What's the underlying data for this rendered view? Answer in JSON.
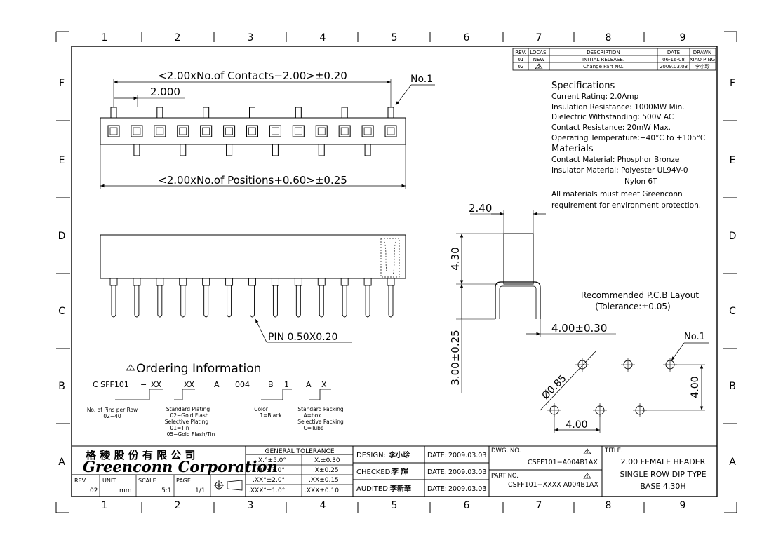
{
  "grid": {
    "columns": [
      "1",
      "2",
      "3",
      "4",
      "5",
      "6",
      "7",
      "8",
      "9"
    ],
    "rows": [
      "F",
      "E",
      "D",
      "C",
      "B",
      "A"
    ]
  },
  "revision_table": {
    "headers": [
      "REV.",
      "LOCAS.",
      "DESCRIPTION",
      "DATE",
      "DRAWN"
    ],
    "rows": [
      [
        "01",
        "NEW",
        "INITIAL RELEASE.",
        "06-16-08",
        "XIAO PING"
      ],
      [
        "02",
        "",
        "Change Part NO.",
        "2009.03.03",
        "李小珍"
      ]
    ]
  },
  "front_view": {
    "dim_overall": "<2.00xNo.of Contacts−2.00>±0.20",
    "dim_pitch": "2.000",
    "no1_label": "No.1",
    "dim_width": "<2.00xNo.of Positions+0.60>±0.25",
    "contact_count": 13
  },
  "side_view": {
    "pin_label": "PIN 0.50X0.20"
  },
  "end_view": {
    "dim_thickness": "2.40",
    "dim_height": "4.30",
    "dim_tail": "3.00±0.25",
    "dim_row": "4.00±0.30"
  },
  "specifications": {
    "title": "Specifications",
    "lines": [
      "Current Rating: 2.0Amp",
      "Insulation Resistance: 1000MW Min.",
      "Dielectric Withstanding: 500V AC",
      "Contact Resistance: 20mW Max.",
      "Operating Temperature:−40°C to +105°C"
    ],
    "materials_title": "Materials",
    "materials_lines": [
      "Contact Material: Phosphor Bronze",
      "Insulator Material: Polyester UL94V-0",
      "Nylon 6T",
      "All materials must meet Greenconn",
      "requirement for environment protection."
    ]
  },
  "pcb_layout": {
    "title": "Recommended P.C.B Layout",
    "tolerance": "(Tolerance:±0.05)",
    "no1_label": "No.1",
    "dim_hole": "Ø0.85",
    "dim_height": "4.00",
    "dim_pitch": "4.00"
  },
  "ordering": {
    "title": "Ordering Information",
    "parts": [
      "C SFF101",
      "−",
      "XX",
      "XX",
      "A",
      "004",
      "B",
      "1",
      "A",
      "X"
    ],
    "notes": {
      "pins": [
        "No. of Pins per Row",
        "02~40"
      ],
      "plating": [
        "Standard Plating",
        "02−Gold Flash",
        "Selective Plating",
        "01=Tin",
        "05−Gold Flash/Tin"
      ],
      "color": [
        "Color",
        "1=Black"
      ],
      "packing": [
        "Standard Packing",
        "A=box",
        "Selective Packing",
        "C=Tube"
      ]
    }
  },
  "title_block": {
    "company_cn": "格 稜 股 份 有 限 公 司",
    "company_en": "Greenconn Corporation",
    "rev_label": "REV.",
    "rev_value": "02",
    "unit_label": "UNIT.",
    "unit_value": "mm",
    "scale_label": "SCALE.",
    "scale_value": "5:1",
    "page_label": "PAGE.",
    "page_value": "1/1",
    "tolerance_title": "GENERAL TOLERANCE",
    "tolerances": [
      [
        "X.°±5.0°",
        "X.±0.30"
      ],
      [
        ".X°±3.0°",
        ".X±0.25"
      ],
      [
        ".XX°±2.0°",
        ".XX±0.15"
      ],
      [
        ".XXX°±1.0°",
        ".XXX±0.10"
      ]
    ],
    "design_label": "DESIGN:",
    "design_name": "李小珍",
    "checked_label": "CHECKED:",
    "checked_name": "李 輝",
    "audited_label": "AUDITED:",
    "audited_name": "李新華",
    "date_label": "DATE:",
    "date_value": "2009.03.03",
    "dwg_label": "DWG. NO.",
    "dwg_value": "CSFF101−A004B1AX",
    "part_label": "PART NO.",
    "part_value": "CSFF101−XXXX A004B1AX",
    "title_label": "TITLE.",
    "title_lines": [
      "2.00 FEMALE HEADER",
      "SINGLE ROW DIP TYPE",
      "BASE 4.30H"
    ]
  }
}
